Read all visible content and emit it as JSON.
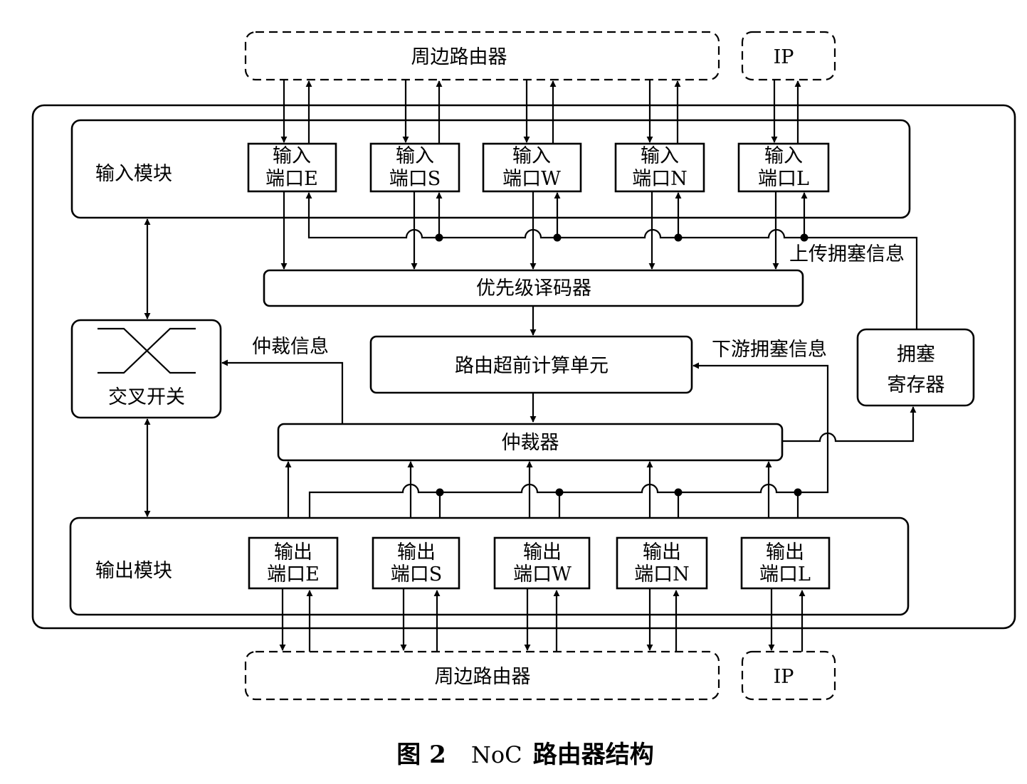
{
  "caption": {
    "prefix": "图 2",
    "code": "NoC",
    "title": "路由器结构"
  },
  "external": {
    "top_routers": "周边路由器",
    "top_ip": "IP",
    "bottom_routers": "周边路由器",
    "bottom_ip": "IP"
  },
  "input_module": {
    "title": "输入模块",
    "port_line1": "输入",
    "ports": [
      "端口E",
      "端口S",
      "端口W",
      "端口N",
      "端口L"
    ]
  },
  "output_module": {
    "title": "输出模块",
    "port_line1": "输出",
    "ports": [
      "端口E",
      "端口S",
      "端口W",
      "端口N",
      "端口L"
    ]
  },
  "blocks": {
    "priority_decoder": "优先级译码器",
    "route_lookahead": "路由超前计算单元",
    "arbiter": "仲裁器",
    "crossbar": "交叉开关",
    "congestion_reg_line1": "拥塞",
    "congestion_reg_line2": "寄存器"
  },
  "signals": {
    "upload_congestion": "上传拥塞信息",
    "downstream_congestion": "下游拥塞信息",
    "arbitration_info": "仲裁信息"
  }
}
